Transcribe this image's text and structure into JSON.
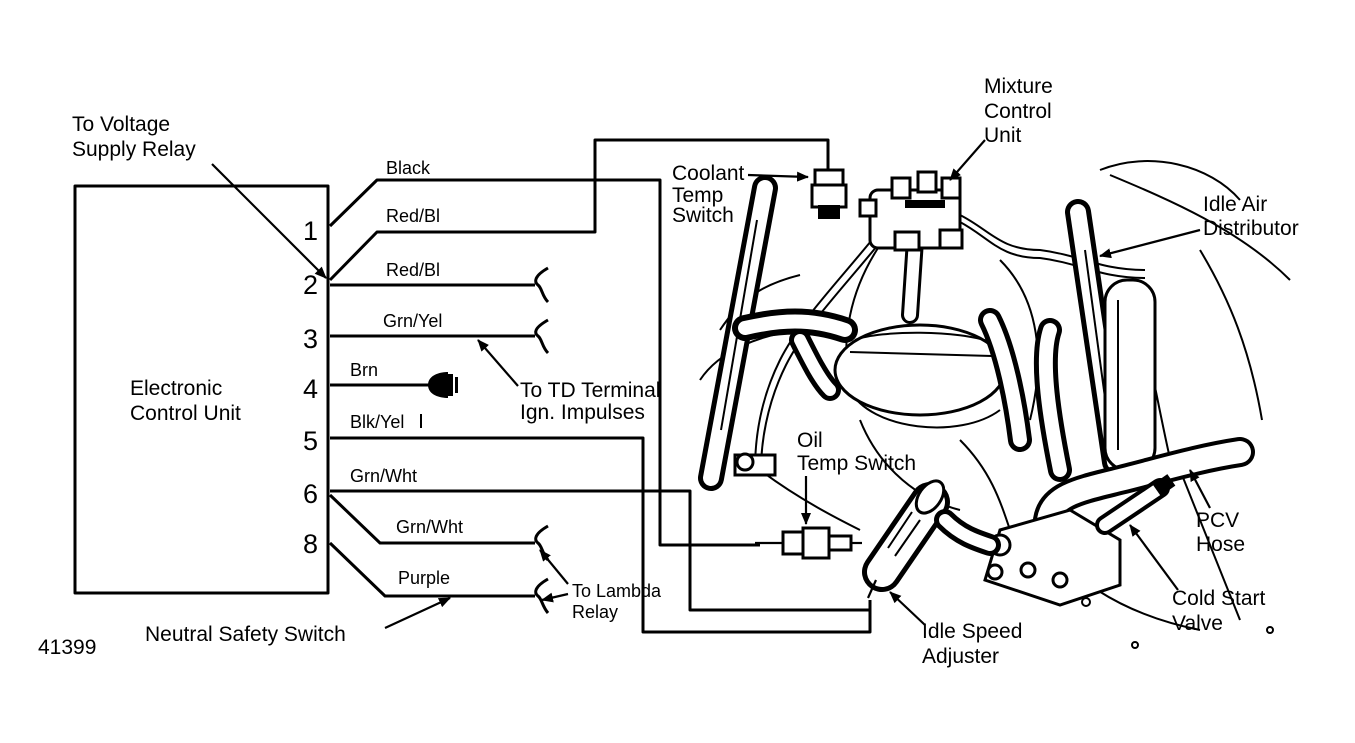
{
  "figure_number": "41399",
  "ecu": {
    "label_line1": "Electronic",
    "label_line2": "Control Unit",
    "pins": [
      "1",
      "2",
      "3",
      "4",
      "5",
      "6",
      "8"
    ]
  },
  "wires": {
    "black": "Black",
    "red_bl_1": "Red/Bl",
    "red_bl_2": "Red/Bl",
    "grn_yel": "Grn/Yel",
    "brn": "Brn",
    "blk_yel": "Blk/Yel",
    "grn_wht_1": "Grn/Wht",
    "grn_wht_2": "Grn/Wht",
    "purple": "Purple"
  },
  "callouts": {
    "voltage_relay_1": "To Voltage",
    "voltage_relay_2": "Supply Relay",
    "td_terminal_1": "To TD Terminal",
    "td_terminal_2": "Ign. Impulses",
    "lambda_1": "To Lambda",
    "lambda_2": "Relay",
    "neutral_safety": "Neutral Safety Switch",
    "coolant_1": "Coolant",
    "coolant_2": "Temp",
    "coolant_3": "Switch",
    "mixture_1": "Mixture",
    "mixture_2": "Control",
    "mixture_3": "Unit",
    "idle_air_1": "Idle Air",
    "idle_air_2": "Distributor",
    "oil_temp_1": "Oil",
    "oil_temp_2": "Temp Switch",
    "pcv_1": "PCV",
    "pcv_2": "Hose",
    "cold_start_1": "Cold Start",
    "cold_start_2": "Valve",
    "idle_speed_1": "Idle Speed",
    "idle_speed_2": "Adjuster"
  }
}
